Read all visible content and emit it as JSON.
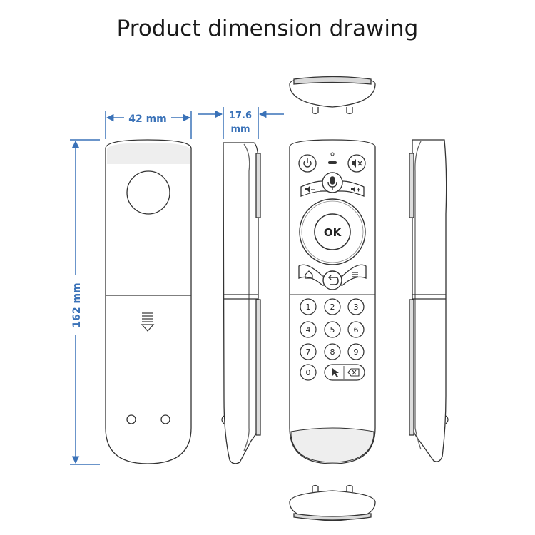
{
  "title": "Product dimension drawing",
  "dimensions": {
    "width": "42 mm",
    "depth_value": "17.6",
    "depth_unit": "mm",
    "length": "162 mm"
  },
  "keypad": {
    "ok": "OK",
    "digits": [
      "1",
      "2",
      "3",
      "4",
      "5",
      "6",
      "7",
      "8",
      "9",
      "0"
    ]
  },
  "colors": {
    "dimension": "#3a72b8",
    "outline": "#333333",
    "body_shade": "#eeeeee"
  }
}
